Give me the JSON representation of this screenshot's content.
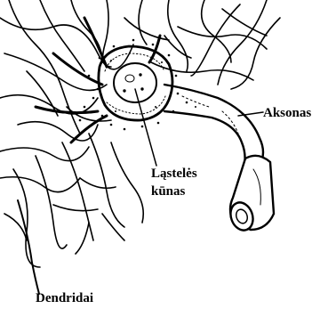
{
  "labels": {
    "cell_body_line1": "Ląstelės",
    "cell_body_line2": "kūnas",
    "axon": "Aksonas",
    "dendrites": "Dendridai"
  },
  "colors": {
    "ink": "#000000",
    "background": "#ffffff"
  }
}
